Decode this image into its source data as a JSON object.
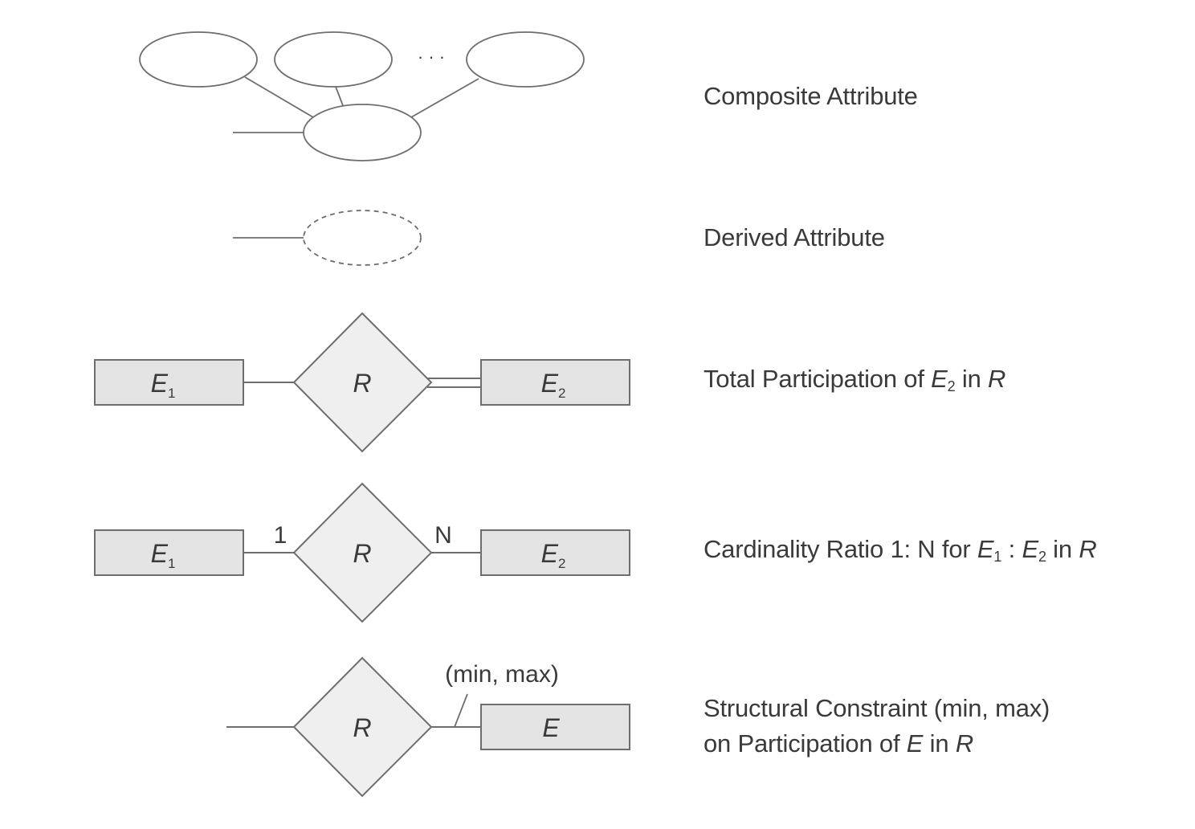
{
  "legend": [
    {
      "id": "composite",
      "text_parts": [
        "Composite Attribute"
      ]
    },
    {
      "id": "derived",
      "text_parts": [
        "Derived Attribute"
      ]
    },
    {
      "id": "total",
      "text_parts": [
        "Total Participation of ",
        "E",
        "2",
        " in ",
        "R"
      ]
    },
    {
      "id": "cardinality",
      "text_parts": [
        "Cardinality Ratio 1: N for ",
        "E",
        "1",
        " : ",
        "E",
        "2",
        " in ",
        "R"
      ]
    },
    {
      "id": "structural",
      "line1": "Structural Constraint (min, max)",
      "line2_parts": [
        "on Participation of ",
        "E",
        " in ",
        "R"
      ]
    }
  ],
  "symbols": {
    "composite_dots": "· · ·",
    "entity_letter": "E",
    "sub_1": "1",
    "sub_2": "2",
    "relationship_label": "R",
    "entity_single": "E",
    "cardinality_left": "1",
    "cardinality_right": "N",
    "minmax_label": "(min, max)"
  },
  "colors": {
    "entity_fill": "#e4e4e4",
    "relationship_fill": "#efefef",
    "stroke": "#6e6e6e",
    "text": "#3a3a3a"
  }
}
